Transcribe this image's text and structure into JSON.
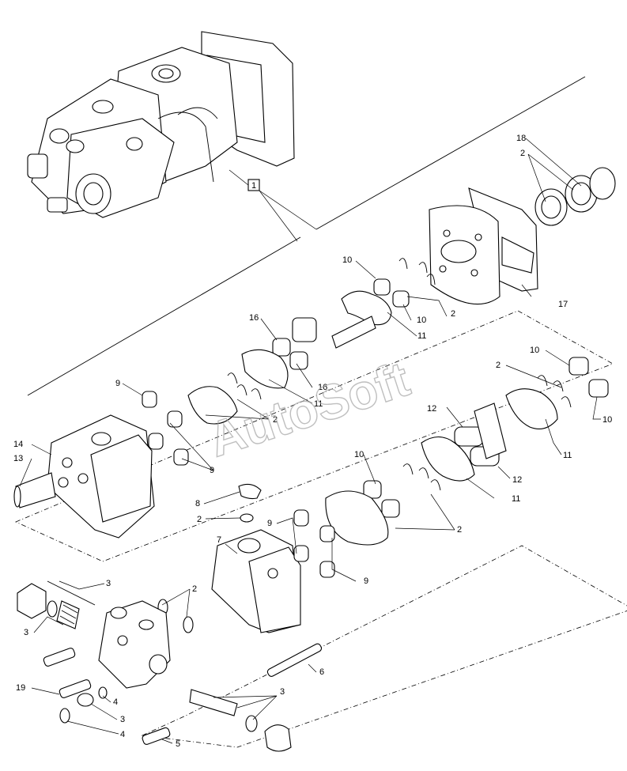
{
  "watermark": "AutoSoft",
  "callouts": [
    {
      "id": "c-18",
      "text": "18"
    },
    {
      "id": "c-2a",
      "text": "2"
    },
    {
      "id": "c-1",
      "text": "1"
    },
    {
      "id": "c-17",
      "text": "17"
    },
    {
      "id": "c-10a",
      "text": "10"
    },
    {
      "id": "c-2b",
      "text": "2"
    },
    {
      "id": "c-10b",
      "text": "10"
    },
    {
      "id": "c-16a",
      "text": "16"
    },
    {
      "id": "c-11a",
      "text": "11"
    },
    {
      "id": "c-16b",
      "text": "16"
    },
    {
      "id": "c-11b",
      "text": "11"
    },
    {
      "id": "c-2c",
      "text": "2"
    },
    {
      "id": "c-9a",
      "text": "9"
    },
    {
      "id": "c-9b",
      "text": "9"
    },
    {
      "id": "c-14",
      "text": "14"
    },
    {
      "id": "c-13",
      "text": "13"
    },
    {
      "id": "c-10c",
      "text": "10"
    },
    {
      "id": "c-2d",
      "text": "2"
    },
    {
      "id": "c-10d",
      "text": "10"
    },
    {
      "id": "c-11c",
      "text": "11"
    },
    {
      "id": "c-12a",
      "text": "12"
    },
    {
      "id": "c-12b",
      "text": "12"
    },
    {
      "id": "c-11d",
      "text": "11"
    },
    {
      "id": "c-10e",
      "text": "10"
    },
    {
      "id": "c-2e",
      "text": "2"
    },
    {
      "id": "c-8",
      "text": "8"
    },
    {
      "id": "c-2f",
      "text": "2"
    },
    {
      "id": "c-9c",
      "text": "9"
    },
    {
      "id": "c-7",
      "text": "7"
    },
    {
      "id": "c-9d",
      "text": "9"
    },
    {
      "id": "c-2g",
      "text": "2"
    },
    {
      "id": "c-3a",
      "text": "3"
    },
    {
      "id": "c-3b",
      "text": "3"
    },
    {
      "id": "c-6",
      "text": "6"
    },
    {
      "id": "c-19",
      "text": "19"
    },
    {
      "id": "c-4a",
      "text": "4"
    },
    {
      "id": "c-3c",
      "text": "3"
    },
    {
      "id": "c-3d",
      "text": "3"
    },
    {
      "id": "c-4b",
      "text": "4"
    },
    {
      "id": "c-5",
      "text": "5"
    }
  ]
}
